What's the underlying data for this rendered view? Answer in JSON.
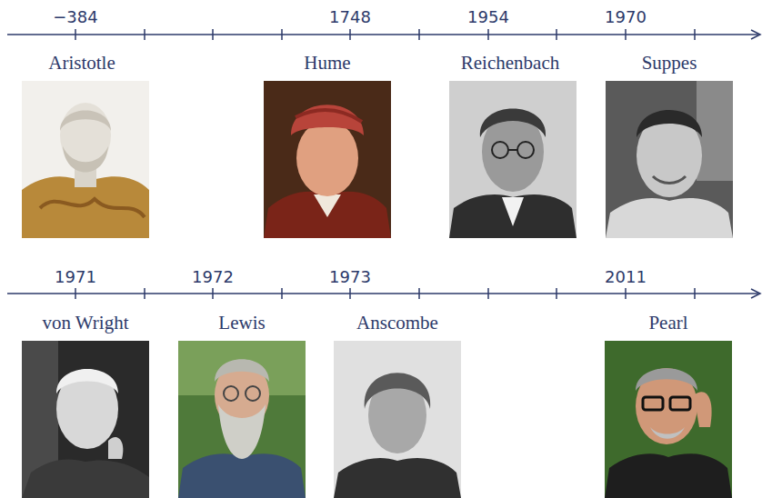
{
  "diagram": {
    "labels": [
      "−384",
      "1748",
      "1954",
      "1970",
      "Aristotle",
      "Hume",
      "Reichenbach",
      "Suppes",
      "1971",
      "1972",
      "1973",
      "2011",
      "von Wright",
      "Lewis",
      "Anscombe",
      "Pearl"
    ]
  }
}
